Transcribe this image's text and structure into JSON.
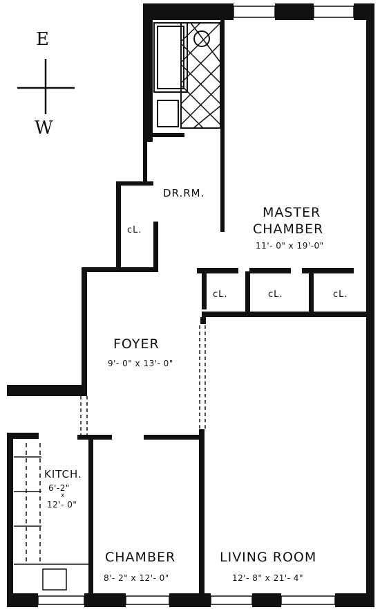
{
  "compass": {
    "top": "E",
    "bottom": "W"
  },
  "rooms": {
    "dressing": {
      "label": "DR.RM."
    },
    "master": {
      "line1": "MASTER",
      "line2": "CHAMBER",
      "dims": "11'- 0\" x 19'-0\""
    },
    "foyer": {
      "label": "FOYER",
      "dims": "9'- 0\" x 13'- 0\""
    },
    "kitchen": {
      "label": "KITCH.",
      "dims1": "6'-2\"",
      "dims2": "x",
      "dims3": "12'- 0\""
    },
    "chamber": {
      "label": "CHAMBER",
      "dims": "8'- 2\" x 12'- 0\""
    },
    "living": {
      "label": "LIVING ROOM",
      "dims": "12'- 8\" x 21'- 4\""
    }
  },
  "closets": {
    "label": "cL."
  }
}
